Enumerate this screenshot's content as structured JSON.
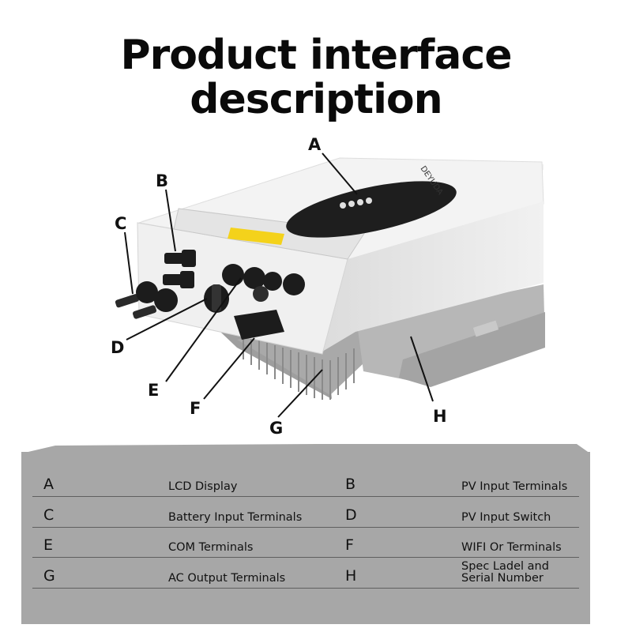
{
  "title": {
    "line1": "Product interface",
    "line2": "description"
  },
  "product": {
    "brand": "DEYUDA"
  },
  "callouts": [
    "A",
    "B",
    "C",
    "D",
    "E",
    "F",
    "G",
    "H"
  ],
  "legend": {
    "rows": [
      {
        "left_letter": "A",
        "left_desc": "LCD Display",
        "right_letter": "B",
        "right_desc": "PV Input Terminals"
      },
      {
        "left_letter": "C",
        "left_desc": "Battery Input Terminals",
        "right_letter": "D",
        "right_desc": "PV Input Switch"
      },
      {
        "left_letter": "E",
        "left_desc": "COM Terminals",
        "right_letter": "F",
        "right_desc": "WIFI Or Terminals"
      },
      {
        "left_letter": "G",
        "left_desc": "AC Output Terminals",
        "right_letter": "H",
        "right_desc": "Spec Ladel and\nSerial Number"
      }
    ]
  },
  "colors": {
    "accent": "#f0e21e",
    "panel": "#a7a7a7",
    "housing": "#f4f4f4",
    "heatsink": "#b9b9b9",
    "display": "#1e1e1e"
  }
}
